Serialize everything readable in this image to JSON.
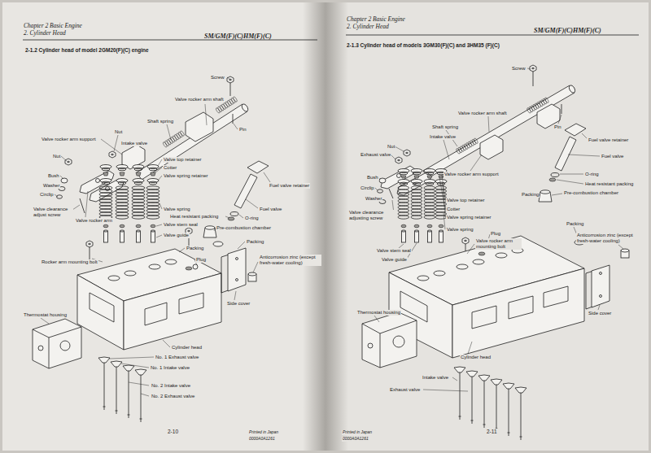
{
  "diagram": {
    "labels": [
      "Chapter 2 Basic Engine",
      "2. Cylinder Head",
      "SM/GM(F)(C)HM(F)(C)",
      "2-1.2 Cylinder head of model 2GM20(F)(C) engine",
      "Screw",
      "Valve rocker arm shaft",
      "Shaft spring",
      "Pin",
      "Valve rocker arm support",
      "Nut",
      "Intake valve",
      "Nut",
      "Bush",
      "Washer",
      "Circlip",
      "Valve clearance adjust screw",
      "Valve rocker arm",
      "Valve top retainer",
      "Cotter",
      "Valve spring retainer",
      "Valve spring",
      "Heat resistant packing",
      "Valve stem seal",
      "Valve guide",
      "Fuel valve retainer",
      "Fuel valve",
      "O-ring",
      "Pre-combustion chamber",
      "Packing",
      "Packing",
      "Plug",
      "Anticorrosion zinc (except fresh-water cooling)",
      "Rocker arm mounting bolt",
      "Thermostat housing",
      "Side cover",
      "Cylinder head",
      "No. 1 Exhaust valve",
      "No. 1 Intake valve",
      "No. 2 Intake valve",
      "No. 2 Exhaust valve",
      "2-10",
      "Printed in Japan",
      "0000A0A1261",
      "Chapter 2 Basic Engine",
      "2. Cylinder Head",
      "SM/GM(F)(C)HM(F)(C)",
      "2-1.3 Cylinder head of models 3GM30(F)(C) and 3HM35 (F)(C)",
      "Screw",
      "Valve rocker arm shaft",
      "Pin",
      "Fuel valve retainer",
      "Shaft spring",
      "Intake valve",
      "Nut",
      "Exhaust valve",
      "Bush",
      "Valve rocker arm support",
      "Fuel valve",
      "Circlip",
      "O-ring",
      "Heat resistant packing",
      "Washer",
      "Packing",
      "Pre-combustion chamber",
      "Valve top retainer",
      "Valve clearance adjusting screw",
      "Cotter",
      "Valve spring retainer",
      "Valve spring",
      "Plug",
      "Valve rocker arm mounting bolt",
      "Packing",
      "Anticorrosion zinc (except fresh-water cooling)",
      "Valve stem seal",
      "Valve guide",
      "Side cover",
      "Thermostat housing",
      "Cylinder head",
      "Intake valve",
      "Exhaust valve",
      "2-11",
      "Printed in Japan",
      "0000A0A1261"
    ]
  }
}
